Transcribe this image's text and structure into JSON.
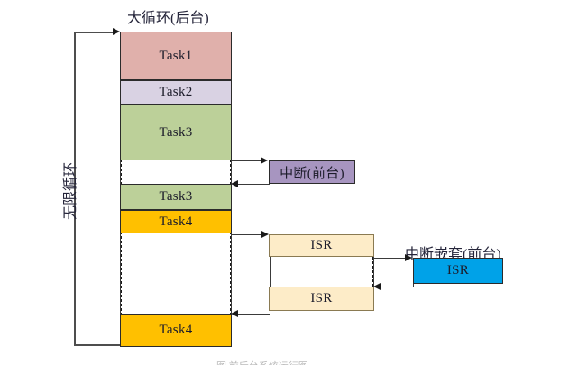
{
  "diagram": {
    "title_main": "大循环(后台)",
    "title_interrupt": "中断(前台)",
    "title_nested": "中断嵌套(前台)",
    "loop_label": "无限循环",
    "footer_text": "图 前后台系统运行图",
    "colors": {
      "task1": "#e0b0ab",
      "task2": "#d9d2e3",
      "task3": "#bcd099",
      "task4": "#ffc000",
      "interrupt": "#a795c0",
      "isr": "#fdecc8",
      "isr_nested": "#00a2e8",
      "outline": "#2b2b2b"
    },
    "main_column": {
      "blocks": [
        {
          "name": "task1",
          "label": "Task1",
          "color_key": "task1"
        },
        {
          "name": "task2",
          "label": "Task2",
          "color_key": "task2"
        },
        {
          "name": "task3-first",
          "label": "Task3",
          "color_key": "task3"
        },
        {
          "name": "task3-resumed",
          "label": "Task3",
          "color_key": "task3"
        },
        {
          "name": "task4-first",
          "label": "Task4",
          "color_key": "task4"
        },
        {
          "name": "task4-resumed",
          "label": "Task4",
          "color_key": "task4"
        }
      ]
    },
    "interrupt_column": {
      "blocks": [
        {
          "name": "interrupt",
          "label": "中断(前台)",
          "color_key": "interrupt"
        },
        {
          "name": "isr-upper",
          "label": "ISR",
          "color_key": "isr"
        },
        {
          "name": "isr-lower",
          "label": "ISR",
          "color_key": "isr"
        }
      ]
    },
    "nested_column": {
      "blocks": [
        {
          "name": "isr-nested",
          "label": "ISR",
          "color_key": "isr_nested"
        }
      ]
    }
  }
}
